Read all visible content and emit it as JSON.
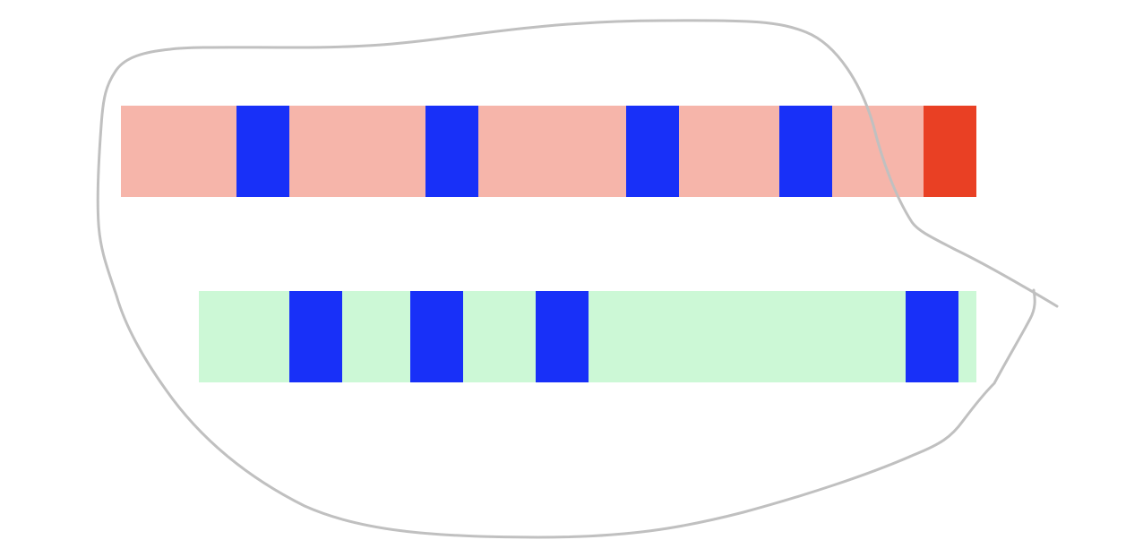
{
  "colors": {
    "background": "#ffffff",
    "outline": "#c0c0c0",
    "top_strip": "#f6b5aa",
    "bottom_strip": "#ccf8d6",
    "marker": "#1830f8",
    "end_marker": "#e94024"
  },
  "strips": [
    {
      "name": "top-strip",
      "color_key": "top_strip",
      "markers": [
        "marker",
        "marker",
        "marker",
        "marker",
        "end_marker"
      ]
    },
    {
      "name": "bottom-strip",
      "color_key": "bottom_strip",
      "markers": [
        "marker",
        "marker",
        "marker",
        "marker"
      ]
    }
  ]
}
